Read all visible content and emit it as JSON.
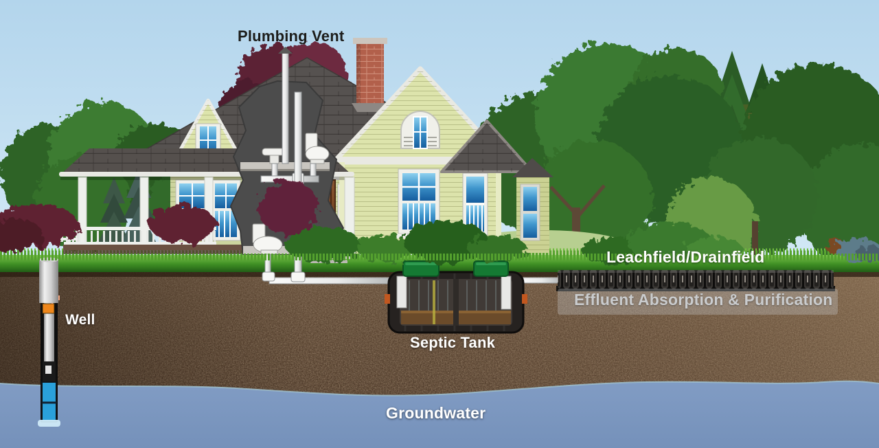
{
  "diagram": {
    "type": "residential-septic-system-cross-section",
    "labels": {
      "plumbing_vent": "Plumbing Vent",
      "well": "Well",
      "septic_tank": "Septic Tank",
      "leachfield": "Leachfield/Drainfield",
      "effluent": "Effluent Absorption & Purification",
      "groundwater": "Groundwater"
    },
    "colors": {
      "sky": "#bcdcf0",
      "foliage_green": "#35702c",
      "foliage_maroon": "#5c2136",
      "grass": "#4f9a2e",
      "soil": "#5e4734",
      "groundwater": "#7f9ac3",
      "house_siding": "#dde4ac",
      "roof": "#565250",
      "chimney_brick": "#b2604b",
      "door_brown": "#74451f",
      "window_blue": "#3f95cc",
      "cutaway_gray": "#4c4c4c",
      "pipe_white": "#efefed",
      "septic_tank_body": "#262220",
      "septic_lid_green": "#157a33",
      "leachfield_black": "#23211f",
      "well_screen_blue": "#2aa0da",
      "well_pump_orange": "#ee871c",
      "label_dark": "#1d1d1b",
      "label_white": "#ffffff",
      "effluent_text": "#caccce"
    }
  }
}
